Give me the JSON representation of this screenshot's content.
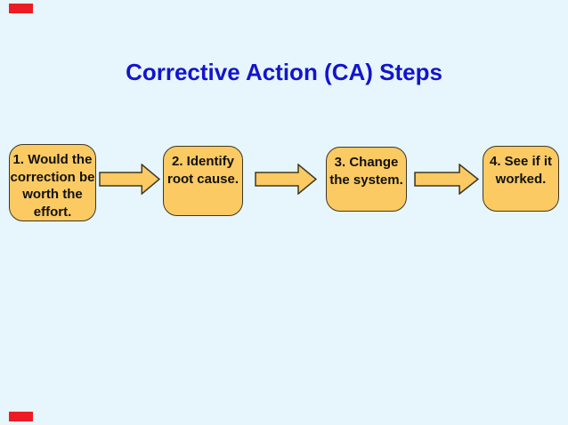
{
  "slide": {
    "title": "Corrective Action (CA) Steps",
    "colors": {
      "background": "#E6F6FC",
      "title_text": "#1414CC",
      "box_fill": "#FBCA62",
      "box_border": "#3E3826",
      "arrow_fill": "#FBCA62",
      "arrow_border": "#3E3826",
      "corner_accent_red": "#ED1C24",
      "box_text": "#111111"
    },
    "steps": [
      {
        "lines": [
          "1. Would the",
          "correction be",
          "worth the",
          "effort."
        ]
      },
      {
        "lines": [
          "2. Identify",
          "root cause."
        ]
      },
      {
        "lines": [
          "3. Change",
          "the system."
        ]
      },
      {
        "lines": [
          "4. See if it",
          "worked."
        ]
      }
    ]
  }
}
